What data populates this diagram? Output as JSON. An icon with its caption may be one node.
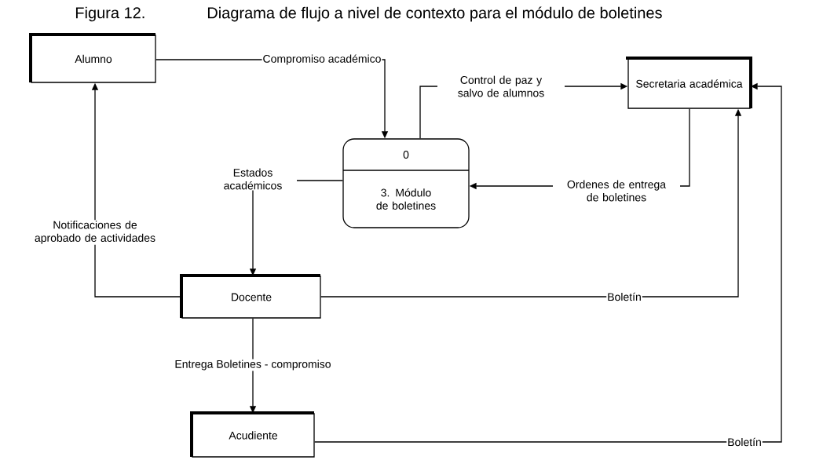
{
  "diagram": {
    "title": "Diagrama de flujo a nivel de contexto para el módulo de boletines",
    "nodes": [
      {
        "text": [
          "Alumno"
        ]
      },
      {
        "text": [
          "0",
          "3. Módulo de boletines"
        ]
      },
      {
        "text": [
          "Secretaria académica"
        ]
      },
      {
        "text": [
          "Docente"
        ]
      },
      {
        "text": [
          "Acudiente"
        ]
      }
    ],
    "edges": [
      {
        "from": 0,
        "to": 1,
        "arrow": "to",
        "label": "Compromiso académico"
      },
      {
        "from": 1,
        "to": 2,
        "arrow": "to",
        "label": "Control de paz y salvo de alumnos"
      },
      {
        "from": 2,
        "to": 1,
        "arrow": "to",
        "label": "Ordenes de entrega de boletines"
      },
      {
        "from": 1,
        "to": 3,
        "arrow": "to",
        "label": "Estados académicos"
      },
      {
        "from": 3,
        "to": 0,
        "arrow": "to",
        "label": "Notificaciones de aprobado de actividades"
      },
      {
        "from": 3,
        "to": 2,
        "arrow": "to",
        "label": "Boletín"
      },
      {
        "from": 3,
        "to": 4,
        "arrow": "to",
        "label": "Entrega Boletines - compromiso"
      },
      {
        "from": 4,
        "to": 2,
        "arrow": "to",
        "label": "Boletín"
      }
    ],
    "labels": [
      "Figura 12."
    ]
  }
}
